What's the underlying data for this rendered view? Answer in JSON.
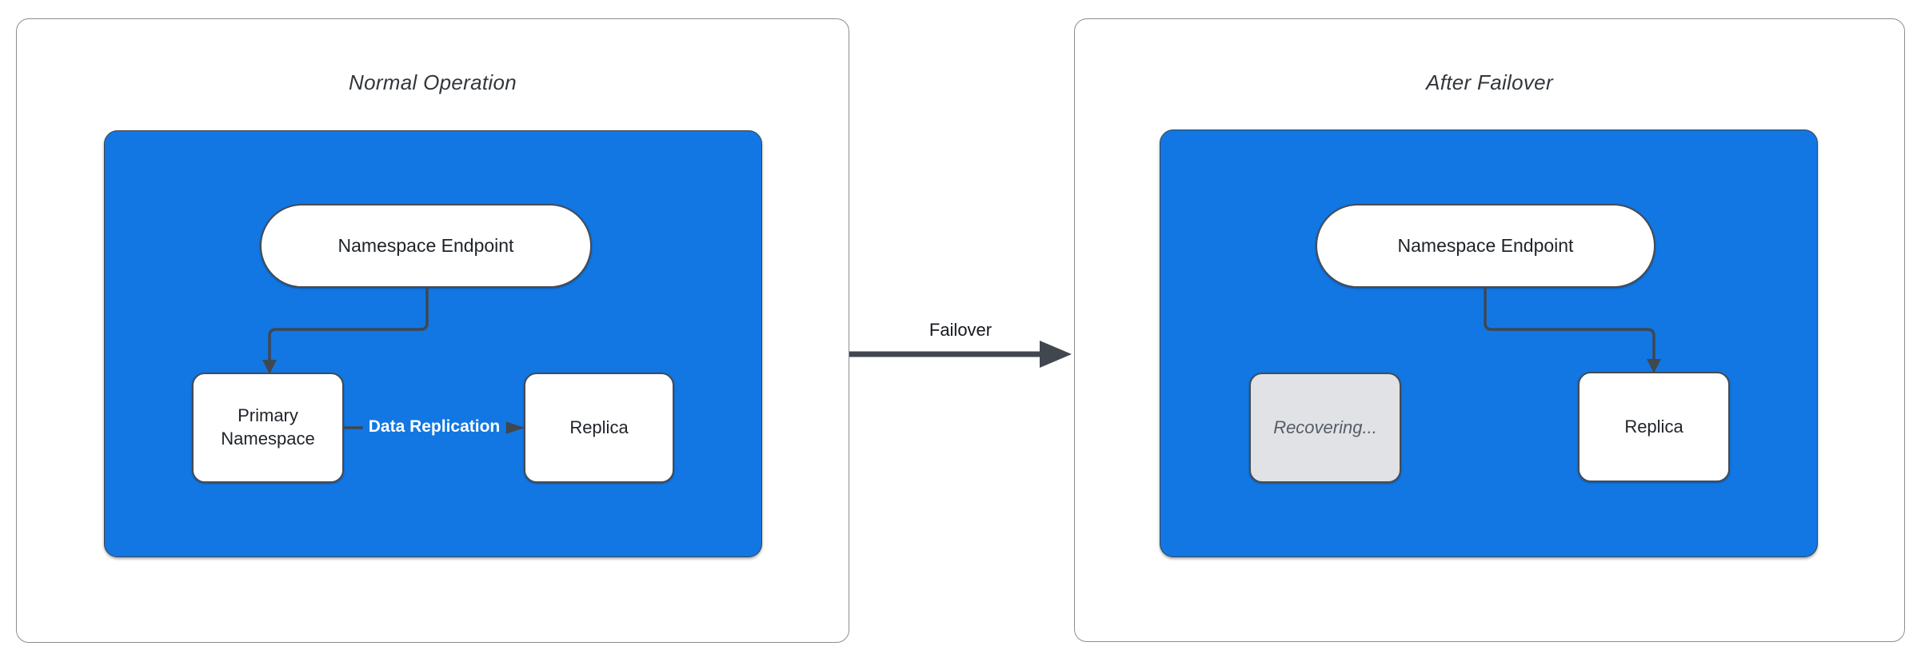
{
  "diagram": {
    "panels": [
      {
        "title": "Normal Operation",
        "nodes": {
          "endpoint": "Namespace Endpoint",
          "primary": "Primary Namespace",
          "replica": "Replica"
        },
        "edges": {
          "replication": "Data Replication"
        }
      },
      {
        "title": "After Failover",
        "nodes": {
          "endpoint": "Namespace Endpoint",
          "recovering": "Recovering...",
          "replica": "Replica"
        }
      }
    ],
    "transition": {
      "label": "Failover"
    },
    "colors": {
      "container_blue": "#1277e3",
      "node_border": "#454c54",
      "connector": "#40474f",
      "recovering_fill": "#e0e2e6",
      "panel_border": "#8a8e93",
      "text_dark": "#1f2329",
      "edge_label_white": "#ffffff"
    }
  }
}
